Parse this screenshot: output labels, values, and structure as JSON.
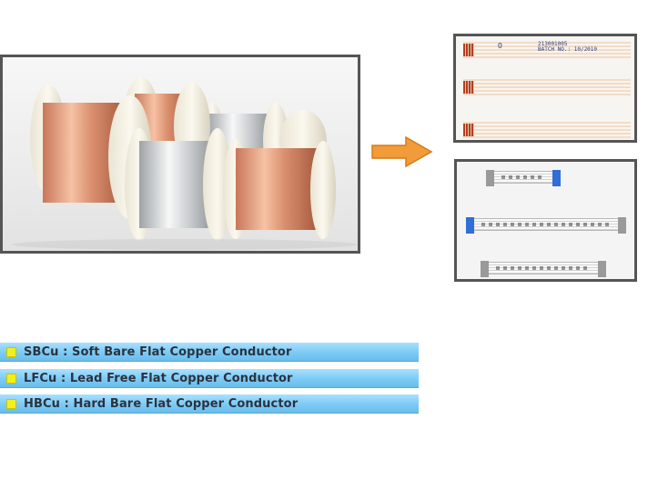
{
  "images": {
    "spools_photo": {
      "label": ""
    },
    "ffc_photo_top": {
      "print_line_1": "213001005",
      "print_line_2": "BATCH NO.: 10/2010",
      "print_mark": "O"
    },
    "ffc_photo_bottom": {
      "label": ""
    }
  },
  "arrow": {
    "icon": "arrow-right-icon",
    "color": "#f29b3a"
  },
  "legend": {
    "items": [
      {
        "text": "SBCu : Soft Bare Flat Copper Conductor"
      },
      {
        "text": "LFCu : Lead Free Flat Copper Conductor"
      },
      {
        "text": "HBCu : Hard Bare Flat Copper Conductor"
      }
    ],
    "bullet_color": "#f2ef1c",
    "bar_color": "#7ccaf5"
  }
}
